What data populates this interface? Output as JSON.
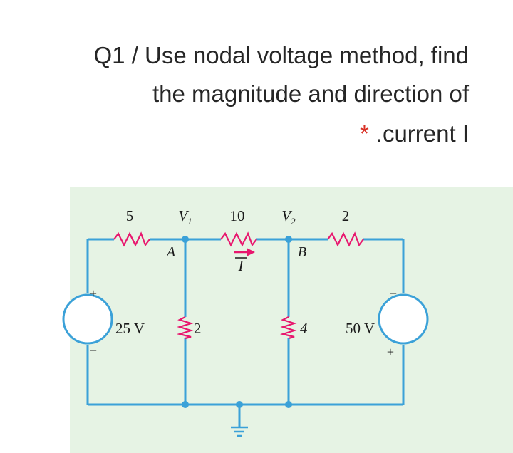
{
  "question": {
    "line1": "Q1 / Use nodal voltage method, find",
    "line2": "the magnitude and direction of",
    "required_mark": "*",
    "line3": ".current I"
  },
  "circuit": {
    "labels": {
      "r_top_left": "5",
      "r_top_mid": "10",
      "r_top_right": "2",
      "r_mid_left": "2",
      "r_mid_right": "4",
      "v1": "V1",
      "v2": "V2",
      "node_a": "A",
      "node_b": "B",
      "current": "I",
      "source_left": "25 V",
      "source_right": "50 V",
      "plus": "+",
      "minus": "−"
    },
    "colors": {
      "wire": "#3ba1d8",
      "arrow": "#e8176e",
      "panel": "#e6f3e4",
      "text": "#1a1a1a"
    }
  }
}
